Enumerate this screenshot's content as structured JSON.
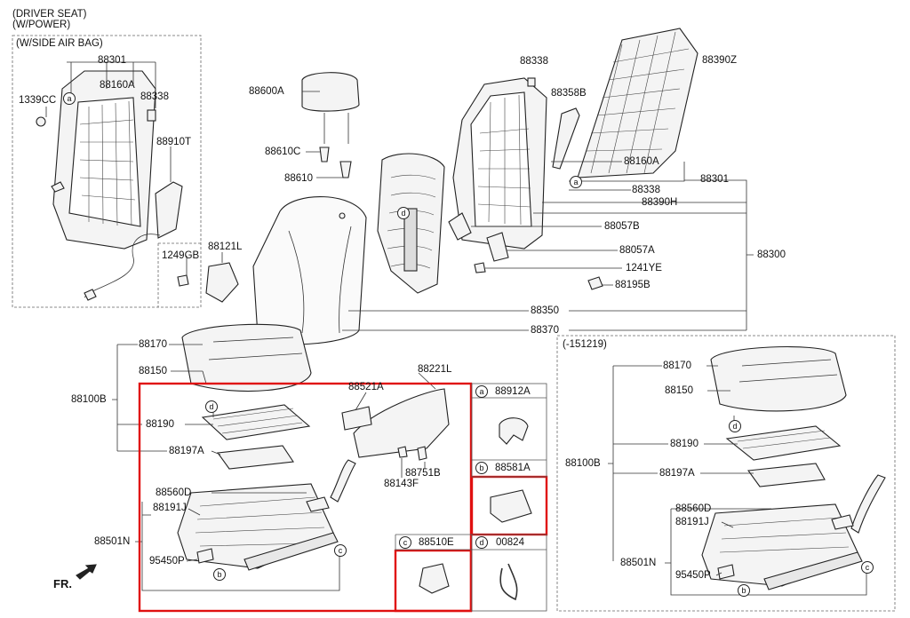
{
  "header": {
    "line1": "(DRIVER SEAT)",
    "line2": "(W/POWER)"
  },
  "inset_left": {
    "title": "(W/SIDE AIR BAG)",
    "labels": [
      "88301",
      "88160A",
      "88338",
      "1339CC",
      "88910T"
    ],
    "callout": "a"
  },
  "inset_right": {
    "title": "(-151219)",
    "labels": [
      "88170",
      "88150",
      "88190",
      "88197A",
      "88100B",
      "88560D",
      "88191J",
      "88501N",
      "95450P"
    ],
    "callouts": [
      "d",
      "b",
      "c"
    ]
  },
  "main_labels": {
    "headrest": "88600A",
    "guide_a": "88610C",
    "guide": "88610",
    "back_frame_top": "88338",
    "lumbar": "88358B",
    "back_board": "88390Z",
    "frame_88160A": "88160A",
    "frame_88338": "88338",
    "frame_88301": "88301",
    "back_pad": "88390H",
    "recliner_b": "88057B",
    "recliner_a": "88057A",
    "bolt_1241": "1241YE",
    "bolt_88195": "88195B",
    "seat_back": "88300",
    "cover_88350": "88350",
    "cover_88370": "88370",
    "lever_88121": "88121L",
    "bolt_1249": "1249GB",
    "cush_cover": "88170",
    "cush_pad": "88150",
    "cushion_assy": "88100B",
    "cush_heater": "88190",
    "cush_sensor": "88197A",
    "side_shield": "88221L",
    "switch_88521": "88521A",
    "knob_88751": "88751B",
    "knob_88143": "88143F",
    "track_88560": "88560D",
    "track_88191": "88191J",
    "track_assy": "88501N",
    "bracket_95450": "95450P"
  },
  "callouts_main": [
    "a",
    "d",
    "d",
    "b",
    "c"
  ],
  "panels": [
    {
      "letter": "a",
      "code": "88912A"
    },
    {
      "letter": "b",
      "code": "88581A"
    },
    {
      "letter": "c",
      "code": "88510E"
    },
    {
      "letter": "d",
      "code": "00824"
    }
  ],
  "fr_label": "FR.",
  "colors": {
    "highlight": "#e01010",
    "line": "#222222"
  }
}
